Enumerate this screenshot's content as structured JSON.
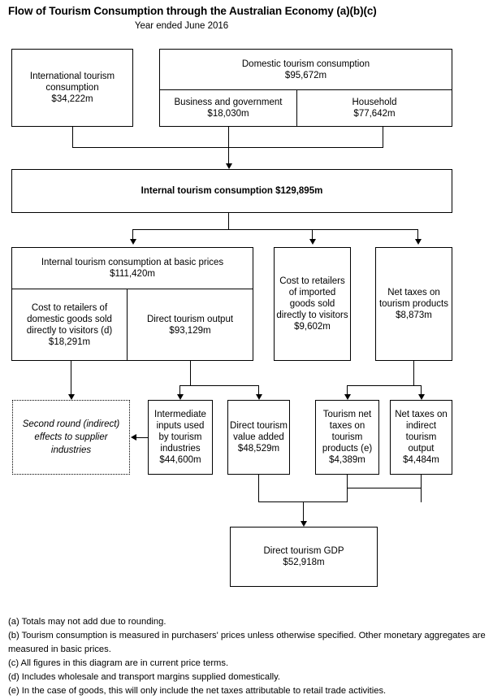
{
  "header": {
    "title": "Flow of Tourism Consumption through the Australian Economy (a)(b)(c)",
    "subtitle": "Year ended June 2016"
  },
  "boxes": {
    "international": {
      "label": "International tourism",
      "label2": "consumption",
      "value": "$34,222m"
    },
    "domestic": {
      "label": "Domestic tourism consumption",
      "value": "$95,672m"
    },
    "business_government": {
      "label": "Business and government",
      "value": "$18,030m"
    },
    "household": {
      "label": "Household",
      "value": "$77,642m"
    },
    "internal_consumption": {
      "label": "Internal tourism consumption $129,895m"
    },
    "internal_basic_prices": {
      "label": "Internal tourism consumption at basic prices",
      "value": "$111,420m"
    },
    "cost_domestic_goods": {
      "label": "Cost to retailers of domestic goods sold directly to visitors (d)",
      "value": "$18,291m"
    },
    "direct_tourism_output": {
      "label": "Direct tourism output",
      "value": "$93,129m"
    },
    "cost_imported_goods": {
      "label": "Cost to retailers of imported goods sold directly to visitors",
      "value": "$9,602m"
    },
    "net_taxes_tourism_products": {
      "label": "Net taxes on tourism products",
      "value": "$8,873m"
    },
    "second_round": {
      "label": "Second round (indirect) effects to supplier industries"
    },
    "intermediate_inputs": {
      "label": "Intermediate inputs used by tourism industries",
      "value": "$44,600m"
    },
    "direct_value_added": {
      "label": "Direct tourism value added",
      "value": "$48,529m"
    },
    "tourism_net_taxes": {
      "label": "Tourism net taxes on tourism products (e)",
      "value": "$4,389m"
    },
    "net_taxes_indirect_output": {
      "label": "Net taxes on indirect tourism output",
      "value": "$4,484m"
    },
    "direct_gdp": {
      "label": "Direct tourism GDP",
      "value": "$52,918m"
    }
  },
  "notes": [
    "(a) Totals may not add due to rounding.",
    "(b) Tourism consumption is measured in purchasers' prices unless otherwise specified. Other monetary aggregates are measured in basic prices.",
    "(c) All figures in this diagram are in current price terms.",
    "(d) Includes wholesale and transport margins supplied domestically.",
    "(e) In the case of goods, this will only include the net taxes attributable to retail trade activities."
  ]
}
